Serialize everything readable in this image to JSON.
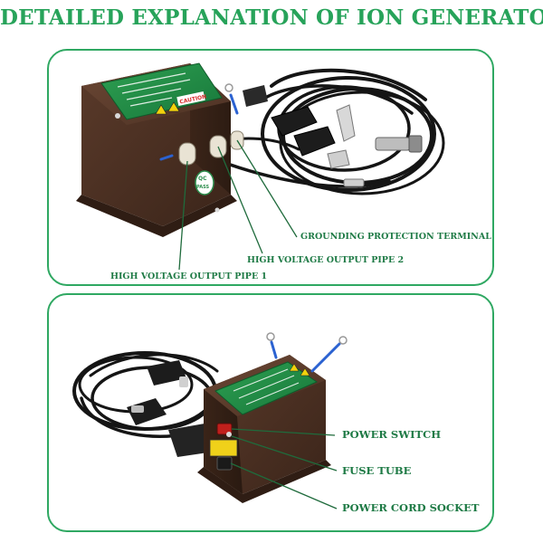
{
  "page": {
    "title": "DETAILED EXPLANATION OF ION GENERATOR"
  },
  "top_panel": {
    "labels": {
      "grounding": "GROUNDING PROTECTION TERMINAL",
      "hv_pipe_2": "HIGH VOLTAGE OUTPUT PIPE 2",
      "hv_pipe_1": "HIGH VOLTAGE OUTPUT PIPE 1"
    },
    "device_label": {
      "caution": "CAUTION",
      "qc": "QC",
      "pass": "PASS"
    }
  },
  "bottom_panel": {
    "labels": {
      "power_switch": "POWER SWITCH",
      "fuse_tube": "FUSE TUBE",
      "power_cord_socket": "POWER CORD SOCKET"
    }
  },
  "colors": {
    "title": "#27a35a",
    "panel_border": "#2fa862",
    "callout_text": "#1e7a45",
    "leader_line": "#1f6b3c",
    "device_body": "#4a2f22",
    "device_label": "#1f8a46",
    "cable": "#151515"
  },
  "icons": {
    "warning": "warning-triangle-icon",
    "ground": "ground-terminal-icon"
  }
}
